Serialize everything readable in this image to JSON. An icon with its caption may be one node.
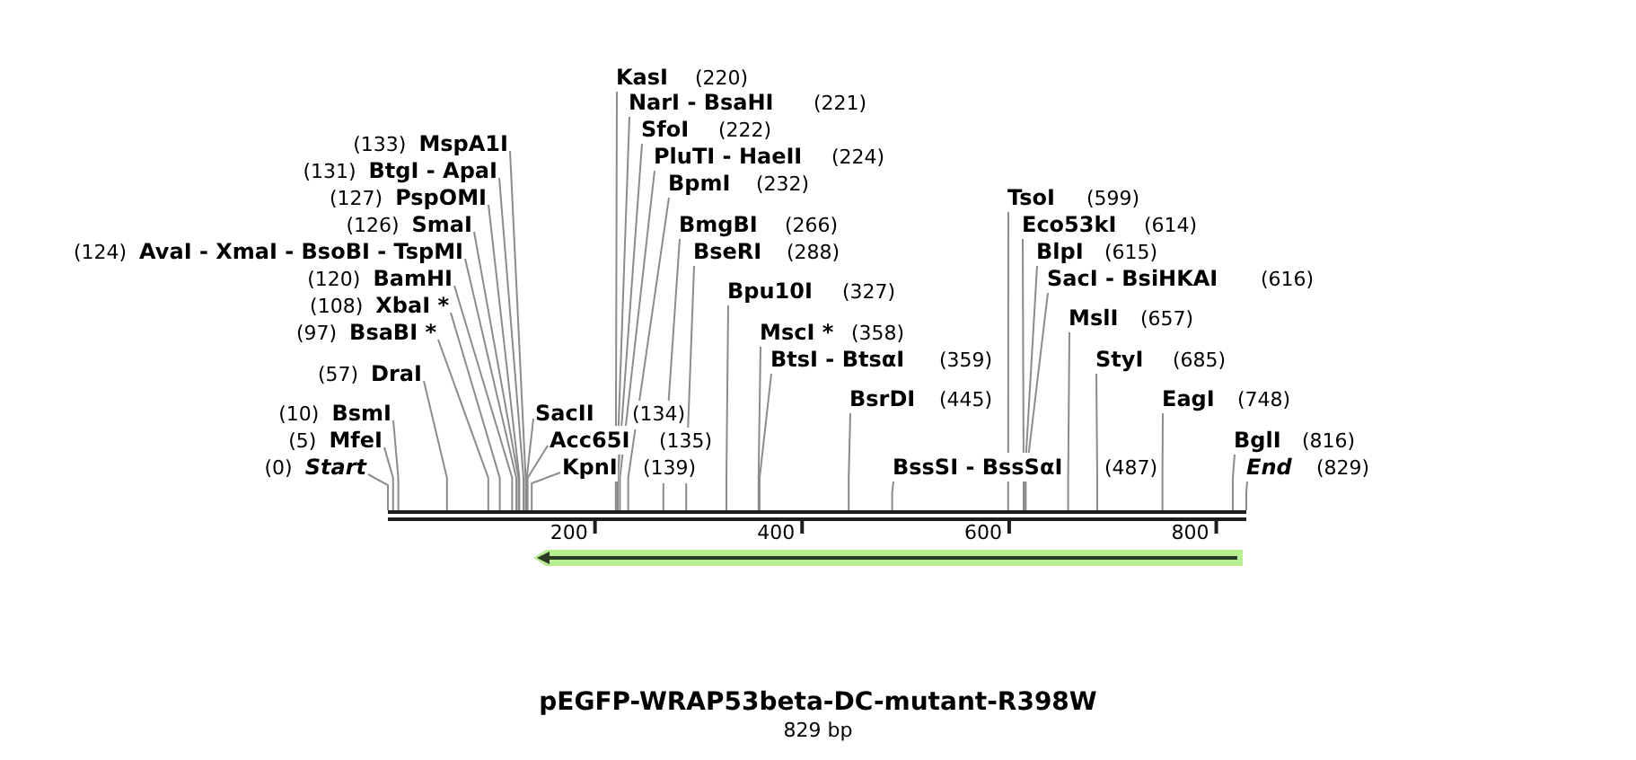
{
  "diagram": {
    "title": "pEGFP-WRAP53beta-DC-mutant-R398W",
    "nodes": [
      {
        "text": [
          "(0)",
          "Start"
        ]
      },
      {
        "text": [
          "(5)",
          "MfeI"
        ]
      },
      {
        "text": [
          "(10)",
          "BsmI"
        ]
      },
      {
        "text": [
          "(57)",
          "DraI"
        ]
      },
      {
        "text": [
          "(97)",
          "BsaBI *"
        ]
      },
      {
        "text": [
          "(108)",
          "XbaI *"
        ]
      },
      {
        "text": [
          "(120)",
          "BamHI"
        ]
      },
      {
        "text": [
          "(124)",
          "AvaI - XmaI - BsoBI - TspMI"
        ]
      },
      {
        "text": [
          "(126)",
          "SmaI"
        ]
      },
      {
        "text": [
          "(127)",
          "PspOMI"
        ]
      },
      {
        "text": [
          "(131)",
          "BtgI - ApaI"
        ]
      },
      {
        "text": [
          "(133)",
          "MspA1I"
        ]
      },
      {
        "text": [
          "SacII",
          "(134)"
        ]
      },
      {
        "text": [
          "Acc65I",
          "(135)"
        ]
      },
      {
        "text": [
          "KpnI",
          "(139)"
        ]
      },
      {
        "text": [
          "KasI",
          "(220)"
        ]
      },
      {
        "text": [
          "NarI - BsaHI",
          "(221)"
        ]
      },
      {
        "text": [
          "SfoI",
          "(222)"
        ]
      },
      {
        "text": [
          "PluTI - HaeII",
          "(224)"
        ]
      },
      {
        "text": [
          "BpmI",
          "(232)"
        ]
      },
      {
        "text": [
          "BmgBI",
          "(266)"
        ]
      },
      {
        "text": [
          "BseRI",
          "(288)"
        ]
      },
      {
        "text": [
          "Bpu10I",
          "(327)"
        ]
      },
      {
        "text": [
          "MscI *",
          "(358)"
        ]
      },
      {
        "text": [
          "BtsI - BtsαI",
          "(359)"
        ]
      },
      {
        "text": [
          "BsrDI",
          "(445)"
        ]
      },
      {
        "text": [
          "BssSI - BssSαI",
          "(487)"
        ]
      },
      {
        "text": [
          "TsoI",
          "(599)"
        ]
      },
      {
        "text": [
          "Eco53kI",
          "(614)"
        ]
      },
      {
        "text": [
          "BlpI",
          "(615)"
        ]
      },
      {
        "text": [
          "SacI - BsiHKAI",
          "(616)"
        ]
      },
      {
        "text": [
          "MslI",
          "(657)"
        ]
      },
      {
        "text": [
          "StyI",
          "(685)"
        ]
      },
      {
        "text": [
          "EagI",
          "(748)"
        ]
      },
      {
        "text": [
          "BglI",
          "(816)"
        ]
      },
      {
        "text": [
          "End",
          "(829)"
        ]
      },
      {
        "text": [],
        "shape": "bar"
      }
    ],
    "edges": [
      {
        "from": 0,
        "to": 36,
        "arrow": "none"
      },
      {
        "from": 1,
        "to": 36,
        "arrow": "none"
      },
      {
        "from": 2,
        "to": 36,
        "arrow": "none"
      },
      {
        "from": 3,
        "to": 36,
        "arrow": "none"
      },
      {
        "from": 4,
        "to": 36,
        "arrow": "none"
      },
      {
        "from": 5,
        "to": 36,
        "arrow": "none"
      },
      {
        "from": 6,
        "to": 36,
        "arrow": "none"
      },
      {
        "from": 7,
        "to": 36,
        "arrow": "none"
      },
      {
        "from": 8,
        "to": 36,
        "arrow": "none"
      },
      {
        "from": 9,
        "to": 36,
        "arrow": "none"
      },
      {
        "from": 10,
        "to": 36,
        "arrow": "none"
      },
      {
        "from": 11,
        "to": 36,
        "arrow": "none"
      },
      {
        "from": 12,
        "to": 36,
        "arrow": "none"
      },
      {
        "from": 13,
        "to": 36,
        "arrow": "none"
      },
      {
        "from": 14,
        "to": 36,
        "arrow": "none"
      },
      {
        "from": 15,
        "to": 36,
        "arrow": "none"
      },
      {
        "from": 16,
        "to": 36,
        "arrow": "none"
      },
      {
        "from": 17,
        "to": 36,
        "arrow": "none"
      },
      {
        "from": 18,
        "to": 36,
        "arrow": "none"
      },
      {
        "from": 19,
        "to": 36,
        "arrow": "none"
      },
      {
        "from": 20,
        "to": 36,
        "arrow": "none"
      },
      {
        "from": 21,
        "to": 36,
        "arrow": "none"
      },
      {
        "from": 22,
        "to": 36,
        "arrow": "none"
      },
      {
        "from": 23,
        "to": 36,
        "arrow": "none"
      },
      {
        "from": 24,
        "to": 36,
        "arrow": "none"
      },
      {
        "from": 25,
        "to": 36,
        "arrow": "none"
      },
      {
        "from": 26,
        "to": 36,
        "arrow": "none"
      },
      {
        "from": 27,
        "to": 36,
        "arrow": "none"
      },
      {
        "from": 28,
        "to": 36,
        "arrow": "none"
      },
      {
        "from": 29,
        "to": 36,
        "arrow": "none"
      },
      {
        "from": 30,
        "to": 36,
        "arrow": "none"
      },
      {
        "from": 31,
        "to": 36,
        "arrow": "none"
      },
      {
        "from": 32,
        "to": 36,
        "arrow": "none"
      },
      {
        "from": 33,
        "to": 36,
        "arrow": "none"
      },
      {
        "from": 34,
        "to": 36,
        "arrow": "none"
      },
      {
        "from": 35,
        "to": 36,
        "arrow": "none"
      }
    ],
    "labels": [
      "200",
      "400",
      "600",
      "800",
      "829 bp"
    ]
  }
}
